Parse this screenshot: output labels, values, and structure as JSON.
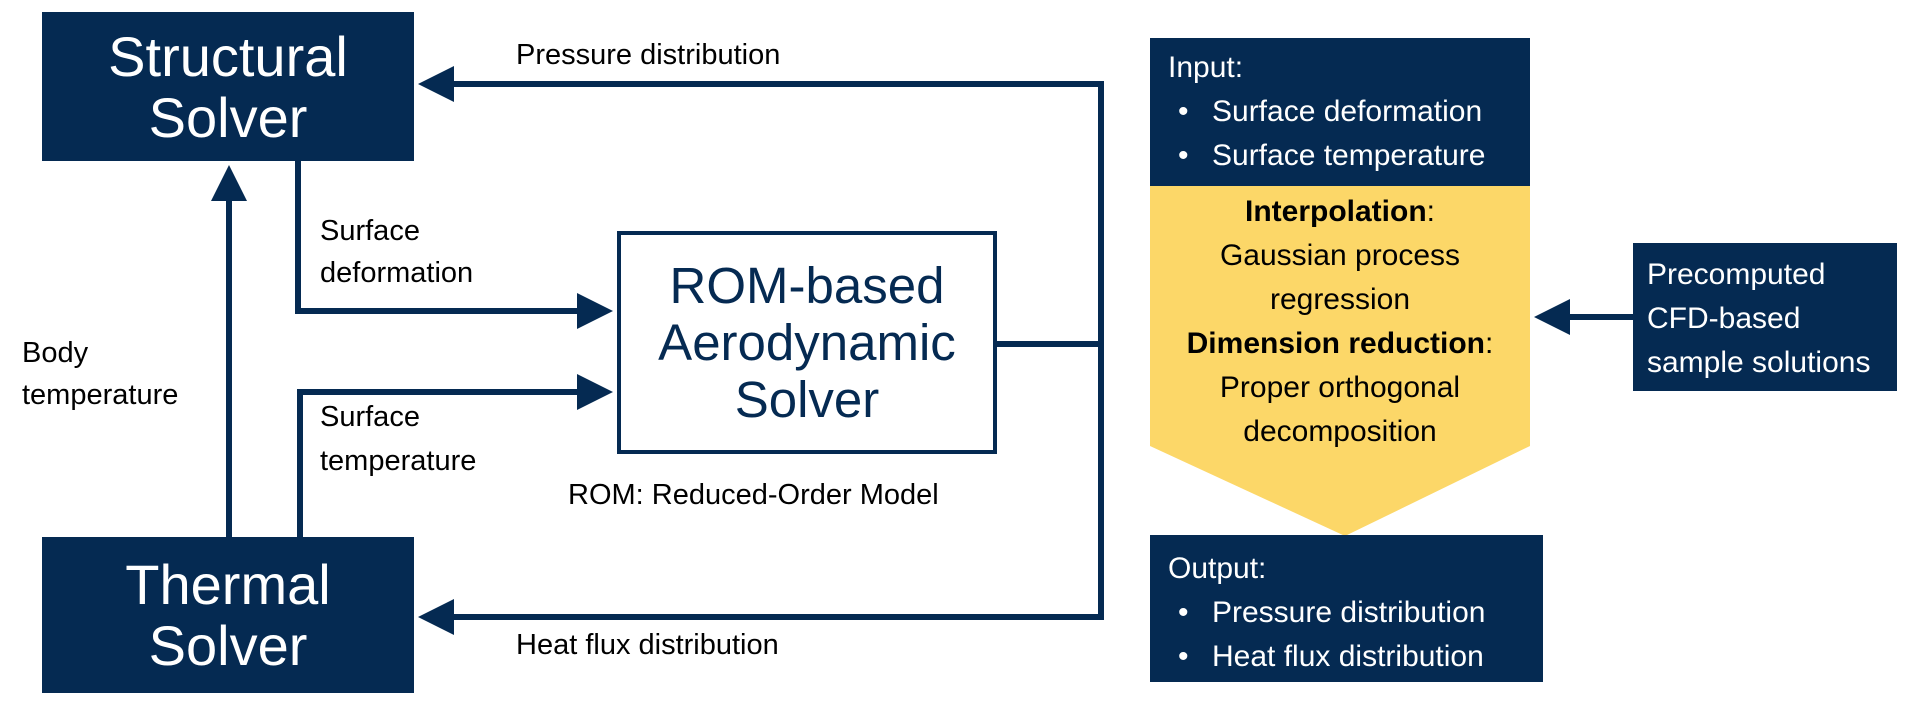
{
  "structural_solver": {
    "line1": "Structural",
    "line2": "Solver"
  },
  "thermal_solver": {
    "line1": "Thermal",
    "line2": "Solver"
  },
  "rom_solver": {
    "line1": "ROM-based",
    "line2": "Aerodynamic",
    "line3": "Solver"
  },
  "rom_note": "ROM: Reduced-Order Model",
  "labels": {
    "pressure_distribution": "Pressure distribution",
    "heat_flux_distribution": "Heat flux distribution",
    "surface_deformation_1": "Surface",
    "surface_deformation_2": "deformation",
    "surface_temperature_1": "Surface",
    "surface_temperature_2": "temperature",
    "body_temperature_1": "Body",
    "body_temperature_2": "temperature"
  },
  "input_box": {
    "title": "Input:",
    "bullet": "•",
    "items": [
      "Surface deformation",
      "Surface temperature"
    ]
  },
  "process": {
    "interpolation_heading": "Interpolation",
    "interpolation_colon": ":",
    "interpolation_line1": "Gaussian process",
    "interpolation_line2": "regression",
    "reduction_heading": "Dimension reduction",
    "reduction_colon": ":",
    "reduction_line1": "Proper orthogonal",
    "reduction_line2": "decomposition"
  },
  "output_box": {
    "title": "Output:",
    "bullet": "•",
    "items": [
      "Pressure distribution",
      "Heat flux distribution"
    ]
  },
  "precomputed": {
    "line1": "Precomputed",
    "line2": "CFD-based",
    "line3": "sample solutions"
  },
  "colors": {
    "navy": "#052a52",
    "gold": "#fcd768",
    "white": "#ffffff"
  }
}
